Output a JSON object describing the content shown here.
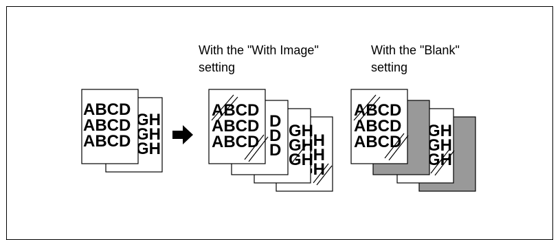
{
  "captions": {
    "with_image": [
      "With the \"With Image\"",
      "setting"
    ],
    "blank": [
      "With the \"Blank\"",
      "setting"
    ]
  },
  "original_pages": {
    "front_text": [
      "ABCD",
      "ABCD",
      "ABCD"
    ],
    "back_text": [
      "GH",
      "GH",
      "GH"
    ]
  },
  "with_image_pages": {
    "front_text": [
      "ABCD",
      "ABCD",
      "ABCD"
    ],
    "second_text": [
      "D",
      "D",
      "D"
    ],
    "third_text": [
      "GH",
      "GH",
      "GH"
    ],
    "fourth_text": [
      "GH",
      "GH",
      "GH"
    ]
  },
  "blank_pages": {
    "front_text": [
      "ABCD",
      "ABCD",
      "ABCD"
    ],
    "third_text": [
      "GH",
      "GH",
      "GH"
    ]
  },
  "colors": {
    "ink": "#000000",
    "blank_fill": "#999999",
    "paper": "#ffffff"
  }
}
